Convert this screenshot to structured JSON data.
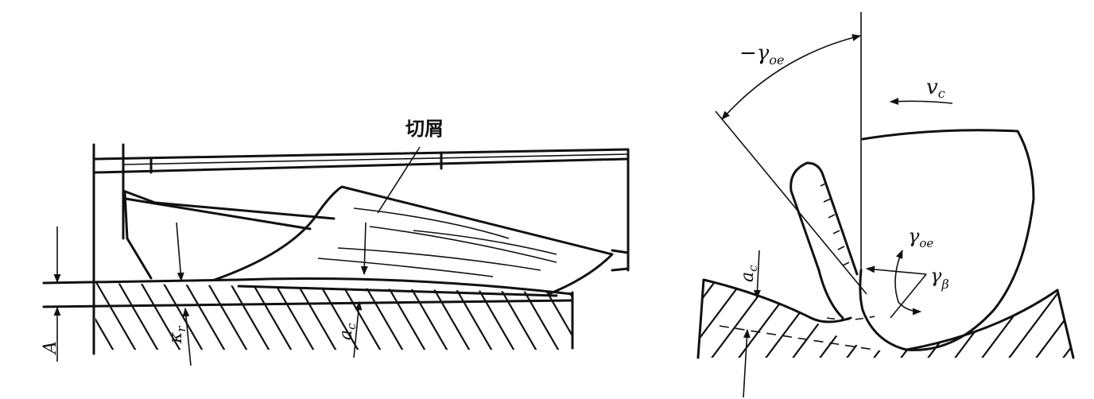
{
  "left_figure": {
    "chip_label": "切屑",
    "depth_label": "A",
    "kappa_label": {
      "symbol": "κ",
      "sub": "r"
    },
    "ac_label": {
      "symbol": "a",
      "sub": "c"
    }
  },
  "right_figure": {
    "neg_rake_label": {
      "symbol": "−γ",
      "sub": "oe"
    },
    "velocity_label": {
      "symbol": "v",
      "sub": "c"
    },
    "rake_label": {
      "symbol": "γ",
      "sub": "oe"
    },
    "beta_label": {
      "symbol": "γ",
      "sub": "β"
    },
    "ac_label": {
      "symbol": "a",
      "sub": "c"
    }
  }
}
